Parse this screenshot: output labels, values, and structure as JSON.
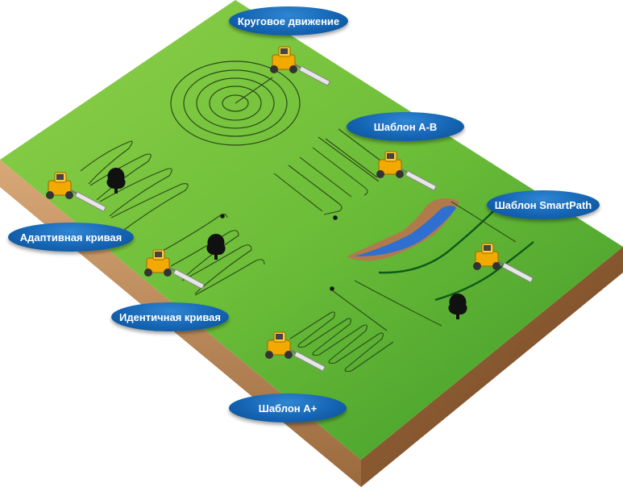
{
  "labels": {
    "circular": "Круговое движение",
    "ab_pattern": "Шаблон A-B",
    "smartpath": "Шаблон SmartPath",
    "adaptive_curve": "Адаптивная кривая",
    "identical_curve": "Идентичная кривая",
    "a_plus": "Шаблон A+"
  },
  "colors": {
    "field": "#6fbe3a",
    "soil": "#b07a4c",
    "bubble": "#1565b4",
    "tractor": "#f2a900",
    "river": "#2f6fd0"
  },
  "icons": [
    "tractor-icon",
    "tree-icon"
  ]
}
